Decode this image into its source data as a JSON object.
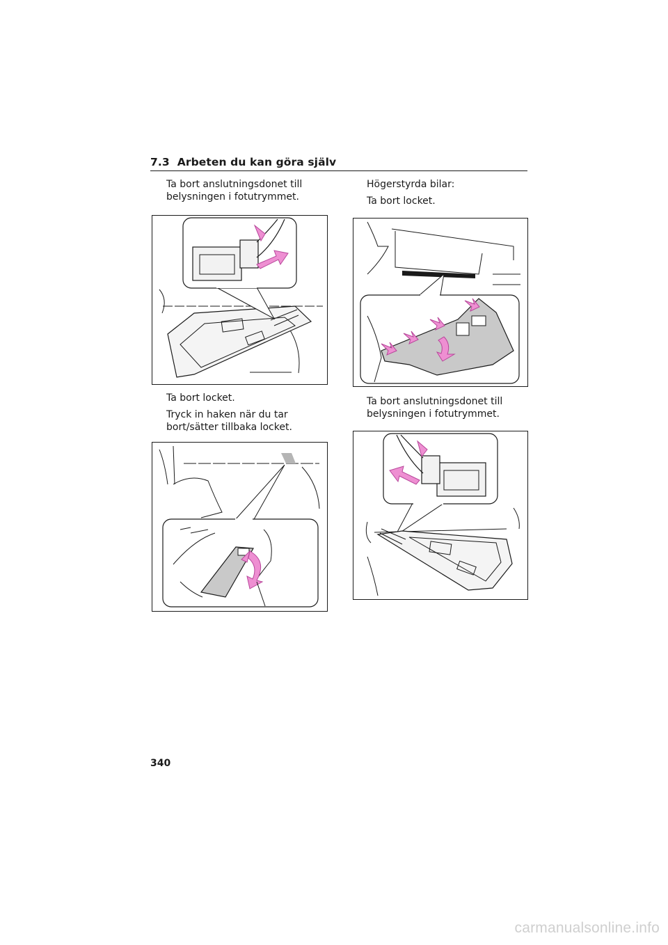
{
  "header": {
    "section": "7.3",
    "title": "Arbeten du kan göra själv"
  },
  "left_column": {
    "step1": {
      "text": "Ta bort anslutningsdonet till belysningen i fotutrymmet."
    },
    "step2": {
      "lines": [
        "Ta bort locket.",
        "Tryck in haken när du tar bort/sätter tillbaka locket."
      ]
    }
  },
  "right_column": {
    "step1": {
      "lines": [
        "Högerstyrda bilar:",
        "Ta bort locket."
      ]
    },
    "step2": {
      "text": "Ta bort anslutningsdonet till belysningen i fotutrymmet."
    }
  },
  "footer": {
    "page_number": "340",
    "watermark": "carmanualsonline.info"
  },
  "colors": {
    "arrow": "#ee8fd2",
    "arrow_stroke": "#b8479b",
    "cover_gray": "#c9c9c9",
    "line": "#1a1a1a"
  }
}
